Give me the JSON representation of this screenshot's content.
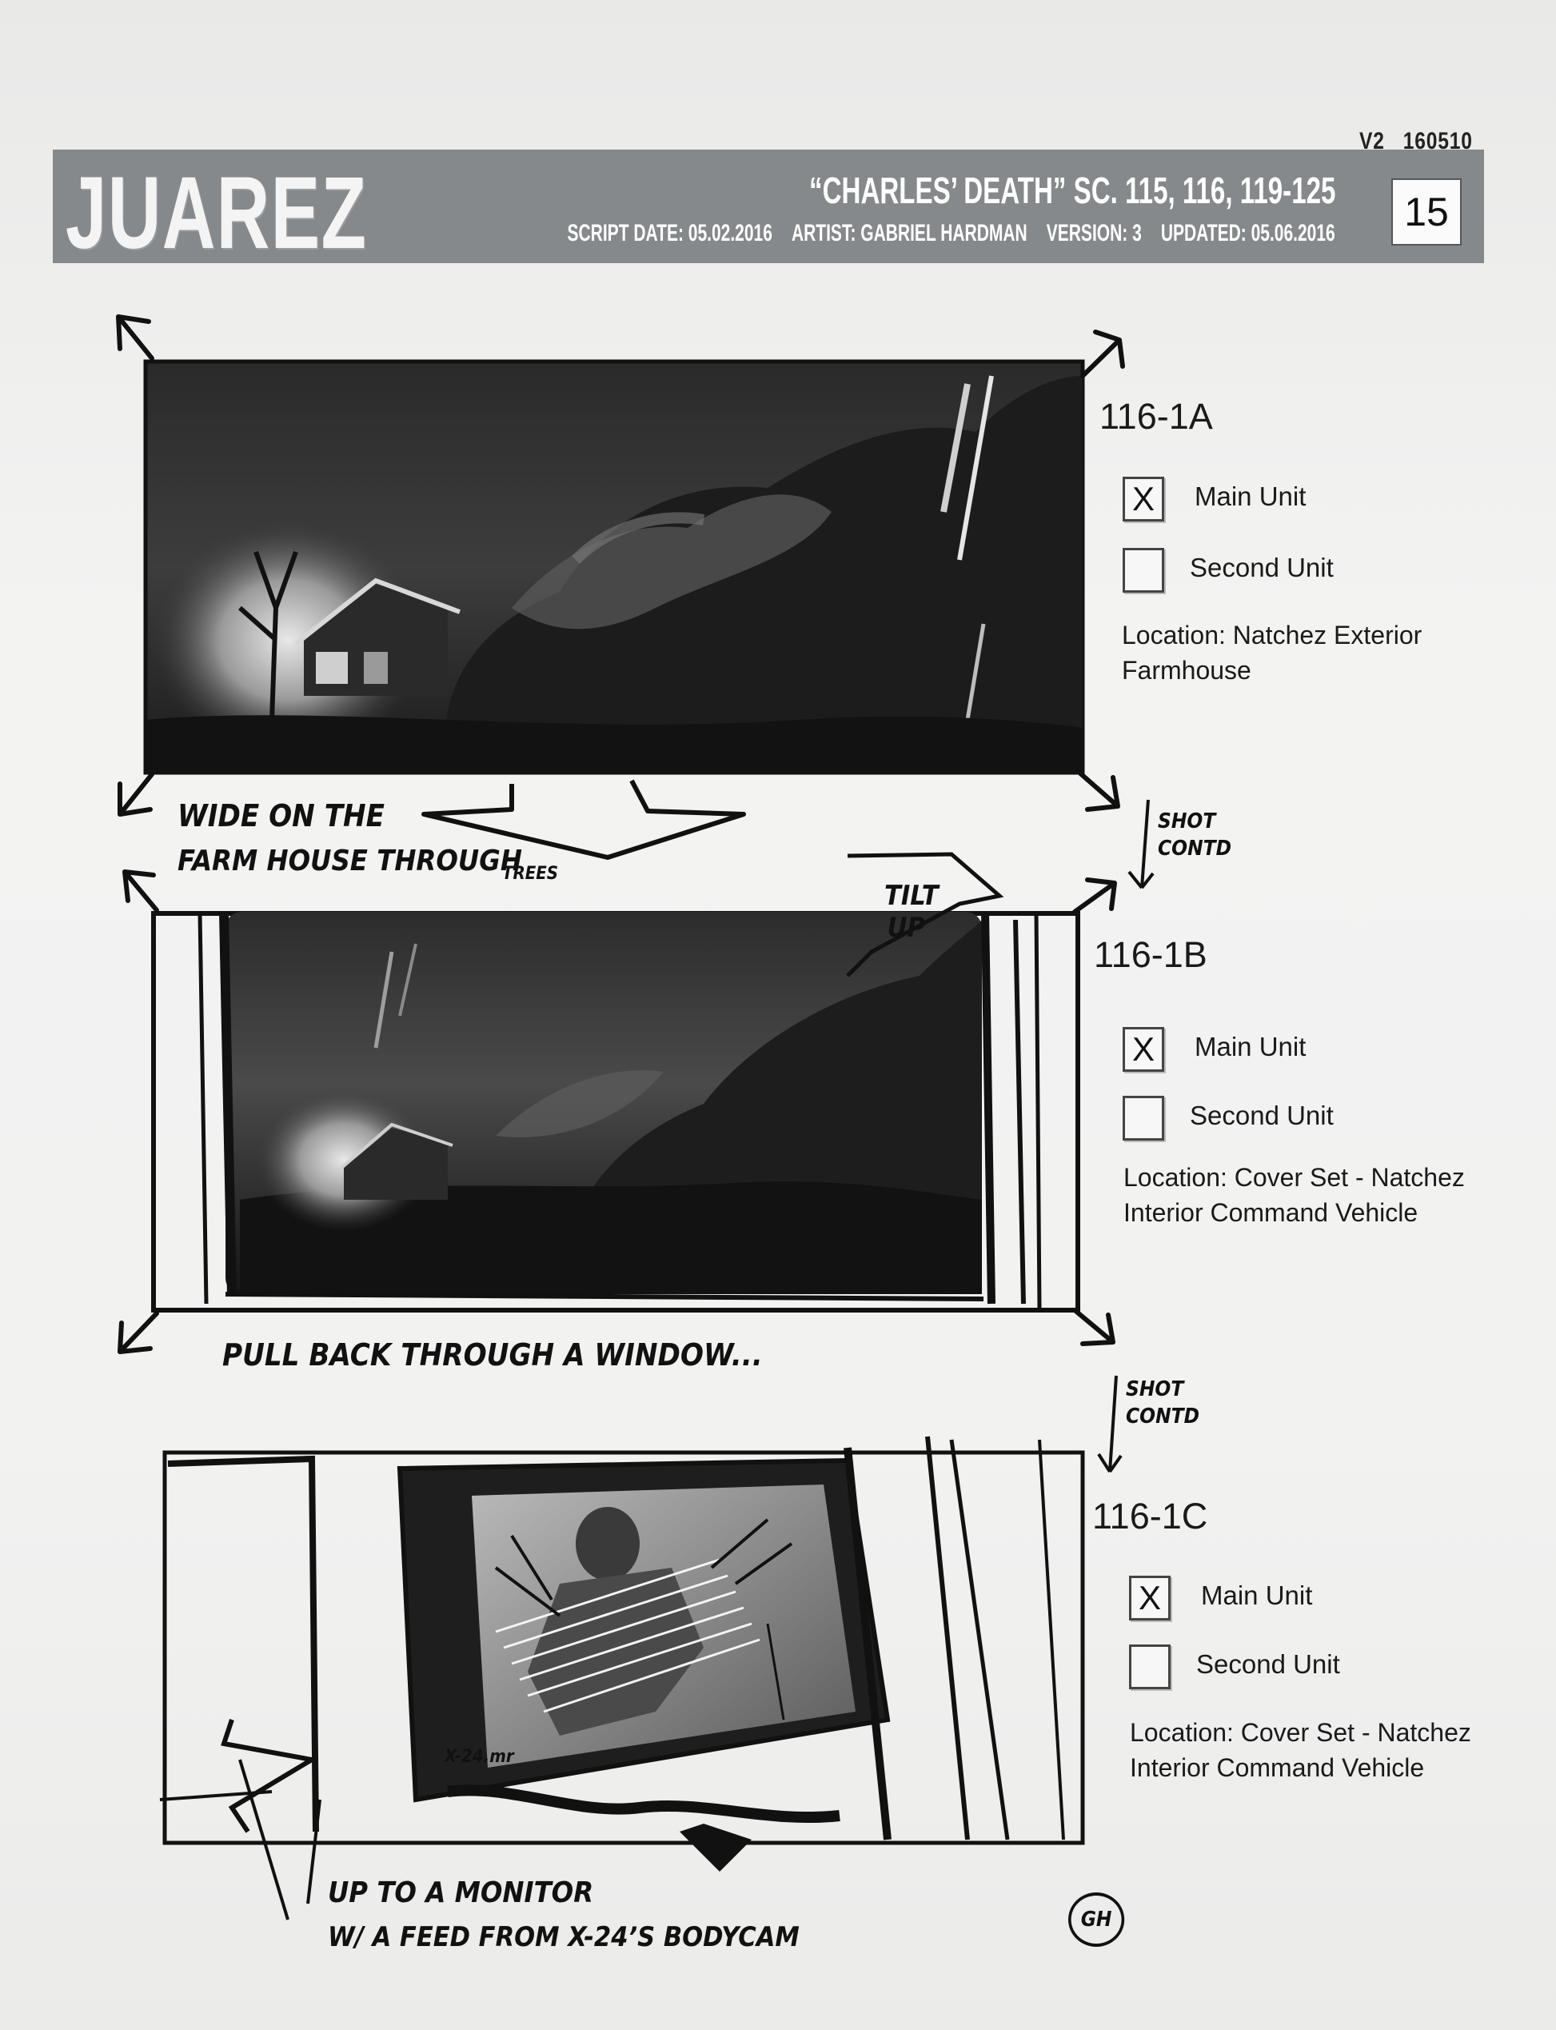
{
  "header": {
    "version": "V2",
    "revision": "160510",
    "logo": "JUAREZ",
    "scene_title": "“CHARLES’ DEATH” SC. 115, 116, 119-125",
    "script_date": "SCRIPT DATE: 05.02.2016",
    "artist": "ARTIST: GABRIEL HARDMAN",
    "version_label": "VERSION: 3",
    "updated": "UPDATED: 05.06.2016",
    "page_number": "15"
  },
  "panels": [
    {
      "shot": "116-1A",
      "main_unit": {
        "label": "Main Unit",
        "mark": "X"
      },
      "second_unit": {
        "label": "Second Unit",
        "mark": ""
      },
      "location_line1": "Location:  Natchez Exterior",
      "location_line2": "Farmhouse",
      "notes": [
        "WIDE ON THE",
        "FARM HOUSE THROUGH",
        "TREES"
      ],
      "continuity": [
        "SHOT",
        "CONTD"
      ],
      "camera_move": [
        "TILT",
        "UP"
      ]
    },
    {
      "shot": "116-1B",
      "main_unit": {
        "label": "Main Unit",
        "mark": "X"
      },
      "second_unit": {
        "label": "Second Unit",
        "mark": ""
      },
      "location_line1": "Location:  Cover Set - Natchez",
      "location_line2": "Interior Command Vehicle",
      "notes": [
        "PULL BACK  THROUGH  A  WINDOW..."
      ],
      "continuity": [
        "SHOT",
        "CONTD"
      ]
    },
    {
      "shot": "116-1C",
      "main_unit": {
        "label": "Main Unit",
        "mark": "X"
      },
      "second_unit": {
        "label": "Second Unit",
        "mark": ""
      },
      "location_line1": "Location:  Cover Set - Natchez",
      "location_line2": "Interior Command Vehicle",
      "notes": [
        "UP TO A MONITOR",
        "W/ A FEED FROM X-24’S BODYCAM"
      ],
      "monitor_text": "X-24.mr",
      "signature": "GH"
    }
  ]
}
